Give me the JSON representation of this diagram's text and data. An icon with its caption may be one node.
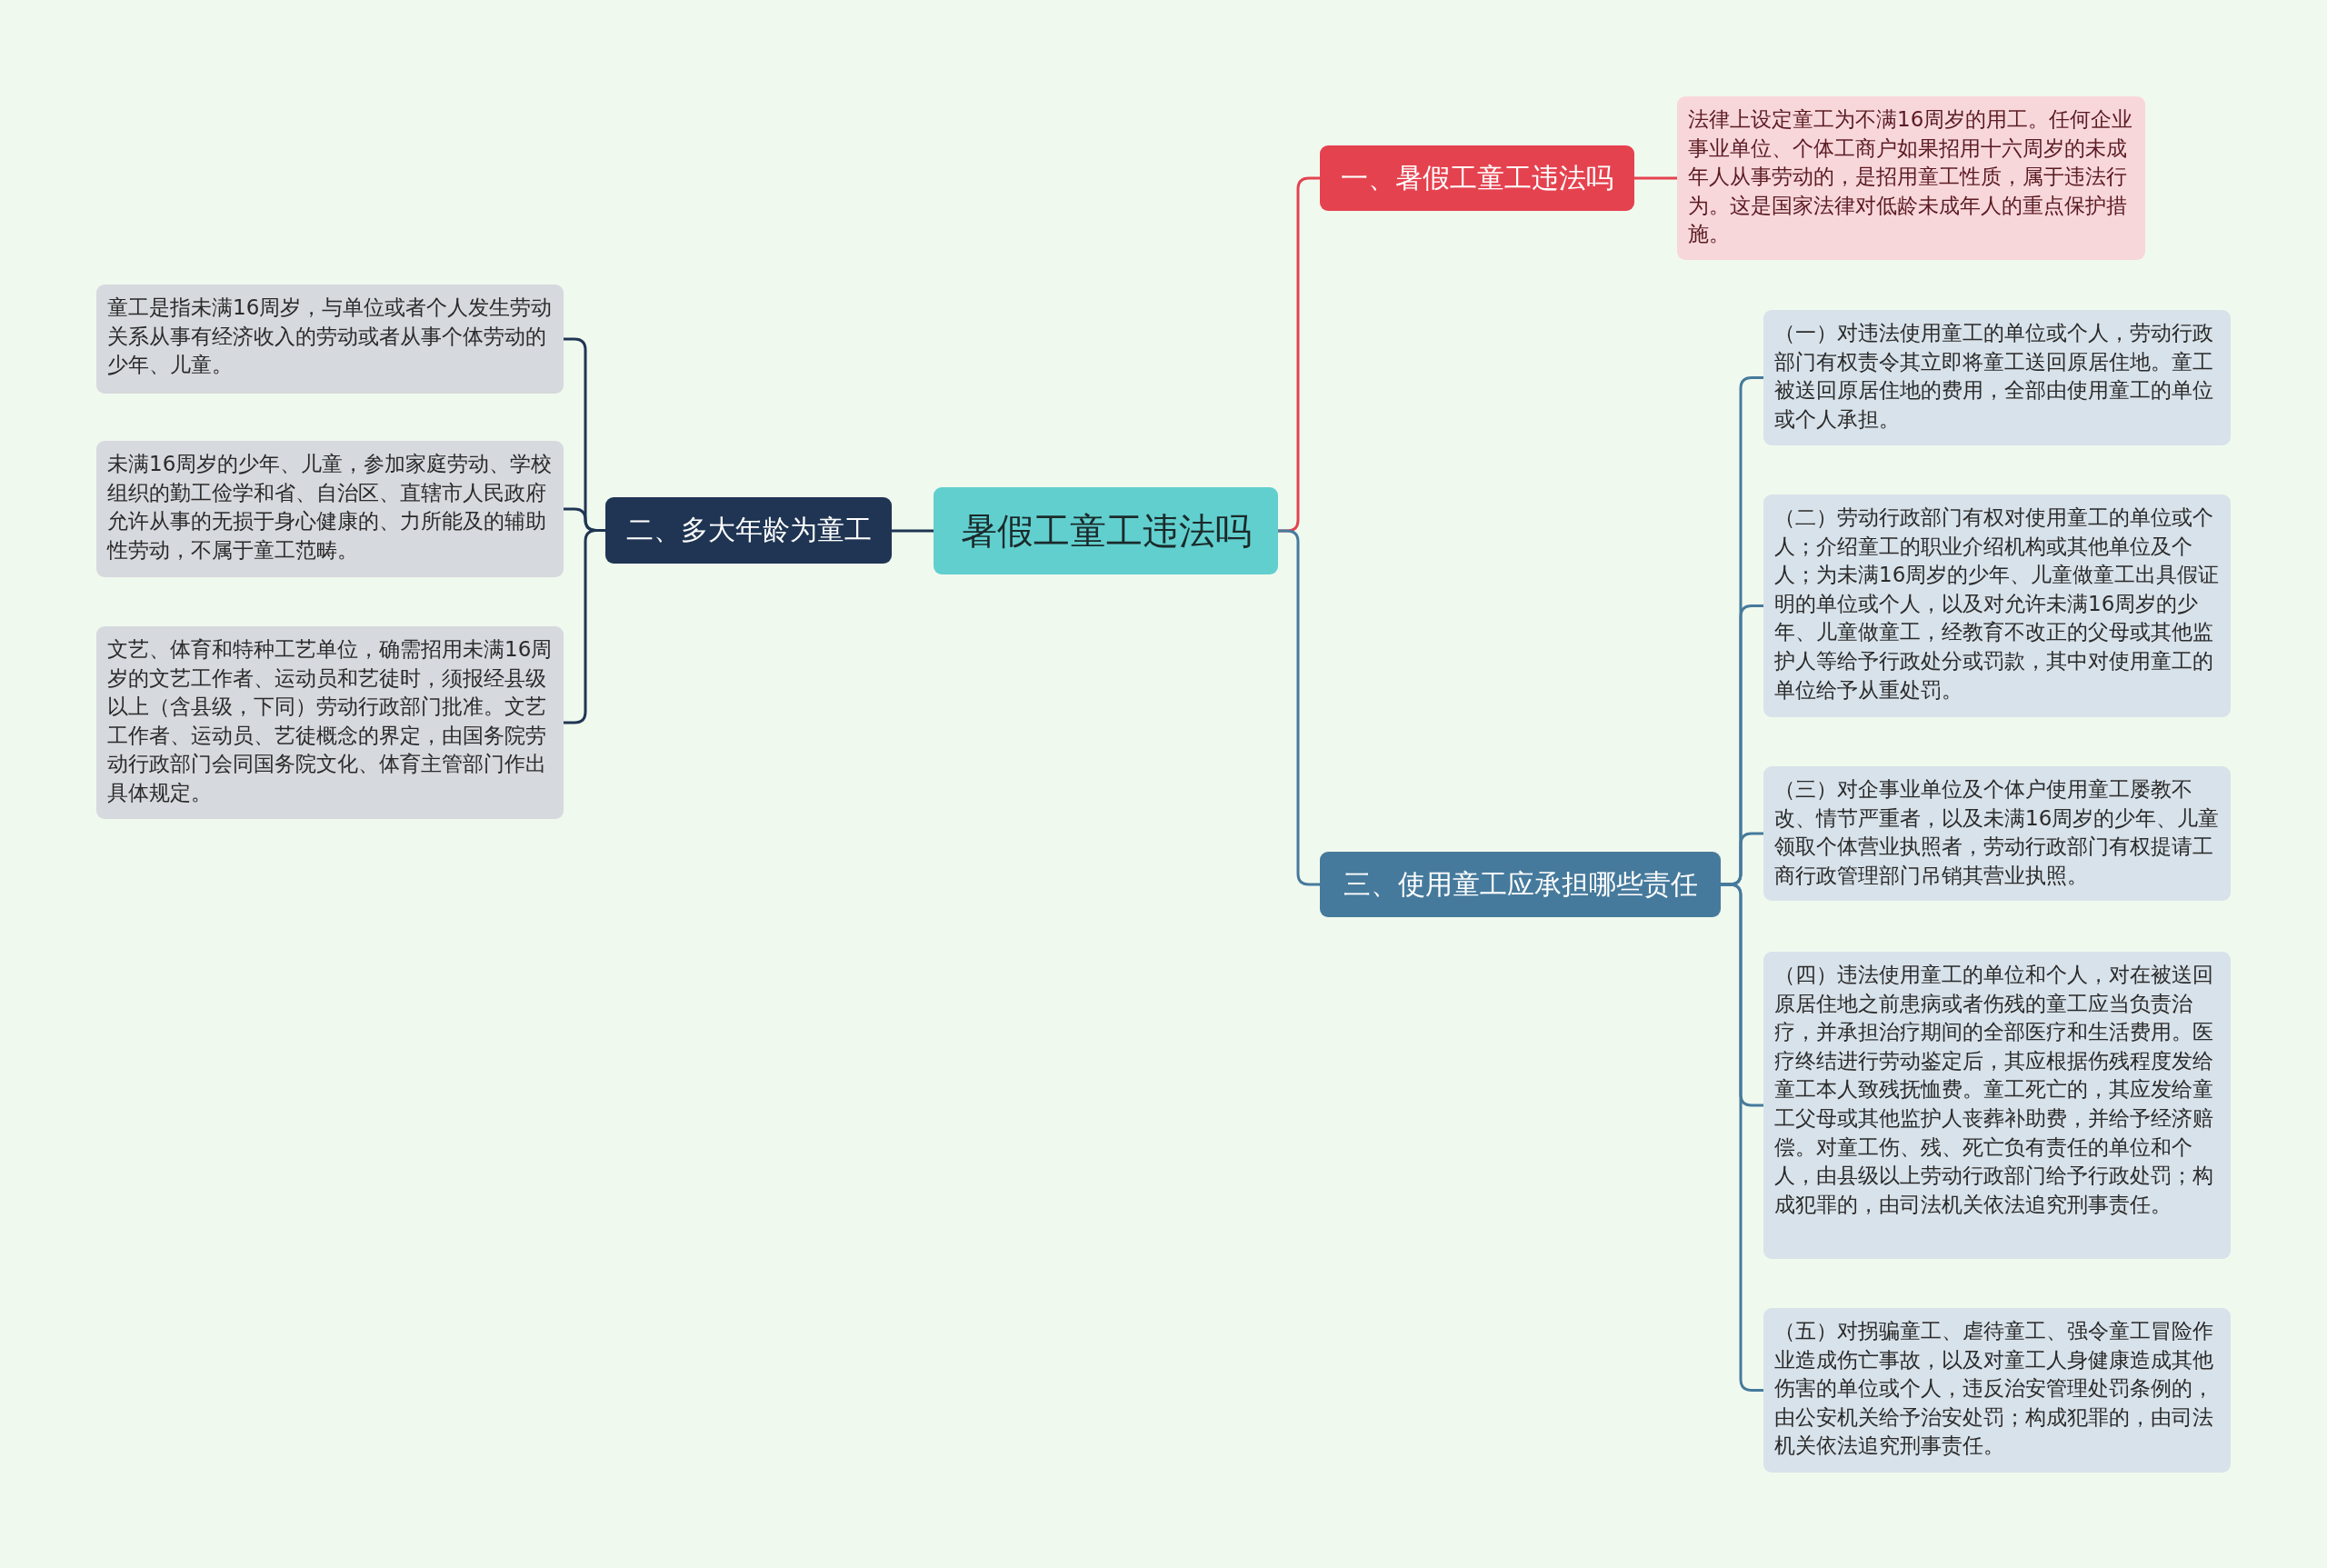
{
  "diagram": {
    "nodes": [
      {
        "text": [
          "暑假工童工违法吗"
        ]
      },
      {
        "text": [
          "一、暑假工童工违法吗"
        ]
      },
      {
        "text": [
          "法律上设定童工为不满16周岁的用工。任何企业事业单位、个体工商户如果招用十六周岁的未成年人从事劳动的，是招用童工性质，属于违法行为。这是国家法律对低龄未成年人的重点保护措施。"
        ]
      },
      {
        "text": [
          "二、多大年龄为童工"
        ]
      },
      {
        "text": [
          "童工是指未满16周岁，与单位或者个人发生劳动关系从事有经济收入的劳动或者从事个体劳动的少年、儿童。"
        ]
      },
      {
        "text": [
          "未满16周岁的少年、儿童，参加家庭劳动、学校组织的勤工俭学和省、自治区、直辖市人民政府允许从事的无损于身心健康的、力所能及的辅助性劳动，不属于童工范畴。"
        ]
      },
      {
        "text": [
          "文艺、体育和特种工艺单位，确需招用未满16周岁的文艺工作者、运动员和艺徒时，须报经县级以上（含县级，下同）劳动行政部门批准。文艺工作者、运动员、艺徒概念的界定，由国务院劳动行政部门会同国务院文化、体育主管部门作出具体规定。"
        ]
      },
      {
        "text": [
          "三、使用童工应承担哪些责任"
        ]
      },
      {
        "text": [
          "（一）对违法使用童工的单位或个人，劳动行政部门有权责令其立即将童工送回原居住地。童工被送回原居住地的费用，全部由使用童工的单位或个人承担。"
        ]
      },
      {
        "text": [
          "（二）劳动行政部门有权对使用童工的单位或个人；介绍童工的职业介绍机构或其他单位及个人；为未满16周岁的少年、儿童做童工出具假证明的单位或个人，以及对允许未满16周岁的少年、儿童做童工，经教育不改正的父母或其他监护人等给予行政处分或罚款，其中对使用童工的单位给予从重处罚。"
        ]
      },
      {
        "text": [
          "（三）对企事业单位及个体户使用童工屡教不改、情节严重者，以及未满16周岁的少年、儿童领取个体营业执照者，劳动行政部门有权提请工商行政管理部门吊销其营业执照。"
        ]
      },
      {
        "text": [
          "（四）违法使用童工的单位和个人，对在被送回原居住地之前患病或者伤残的童工应当负责治疗，并承担治疗期间的全部医疗和生活费用。医疗终结进行劳动鉴定后，其应根据伤残程度发给童工本人致残抚恤费。童工死亡的，其应发给童工父母或其他监护人丧葬补助费，并给予经济赔偿。对童工伤、残、死亡负有责任的单位和个人，由县级以上劳动行政部门给予行政处罚；构成犯罪的，由司法机关依法追究刑事责任。"
        ]
      },
      {
        "text": [
          "（五）对拐骗童工、虐待童工、强令童工冒险作业造成伤亡事故，以及对童工人身健康造成其他伤害的单位或个人，违反治安管理处罚条例的，由公安机关给予治安处罚；构成犯罪的，由司法机关依法追究刑事责任。"
        ]
      }
    ],
    "edges": [
      {
        "from": 0,
        "to": 1,
        "arrow": "none",
        "color": "#e5424f"
      },
      {
        "from": 1,
        "to": 2,
        "arrow": "none",
        "color": "#e5424f"
      },
      {
        "from": 0,
        "to": 3,
        "arrow": "none",
        "color": "#1f3553"
      },
      {
        "from": 3,
        "to": 4,
        "arrow": "none",
        "color": "#1f3553"
      },
      {
        "from": 3,
        "to": 5,
        "arrow": "none",
        "color": "#1f3553"
      },
      {
        "from": 3,
        "to": 6,
        "arrow": "none",
        "color": "#1f3553"
      },
      {
        "from": 0,
        "to": 7,
        "arrow": "none"
      },
      {
        "from": 7,
        "to": 8,
        "arrow": "none"
      },
      {
        "from": 7,
        "to": 9,
        "arrow": "none"
      },
      {
        "from": 7,
        "to": 10,
        "arrow": "none"
      },
      {
        "from": 7,
        "to": 11,
        "arrow": "none"
      },
      {
        "from": 7,
        "to": 12,
        "arrow": "none"
      }
    ]
  }
}
